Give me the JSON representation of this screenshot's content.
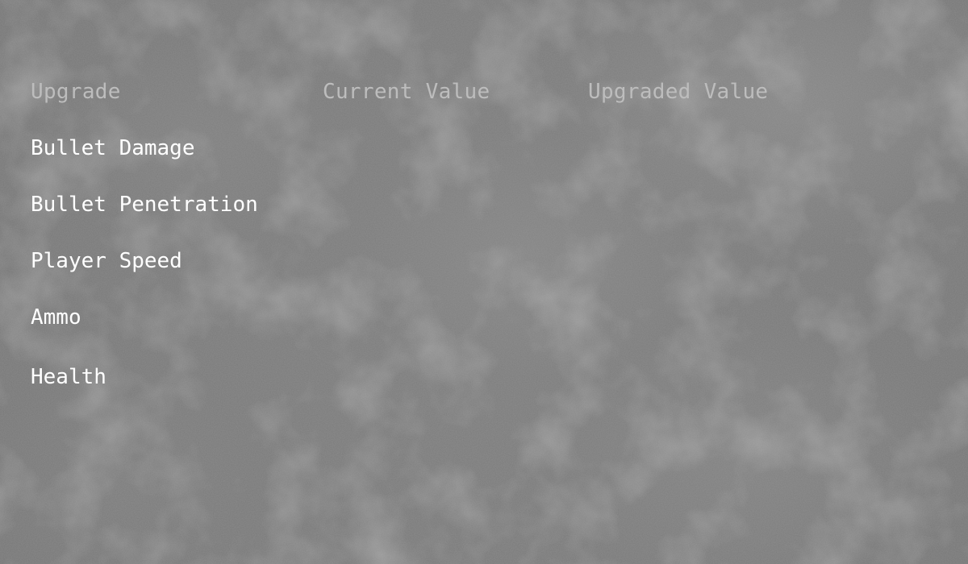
{
  "table": {
    "headers": {
      "upgrade": "Upgrade",
      "current_value": "Current Value",
      "upgraded_value": "Upgraded Value"
    },
    "rows": [
      {
        "label": "Bullet Damage",
        "current": "",
        "upgraded": ""
      },
      {
        "label": "Bullet Penetration",
        "current": "",
        "upgraded": ""
      },
      {
        "label": "Player Speed",
        "current": "",
        "upgraded": ""
      },
      {
        "label": "Ammo",
        "current": "",
        "upgraded": ""
      },
      {
        "label": "Health",
        "current": "",
        "upgraded": ""
      }
    ]
  },
  "colors": {
    "background": "#7f7f7f",
    "header_text": "#bdbdbd",
    "row_text": "#ffffff"
  }
}
